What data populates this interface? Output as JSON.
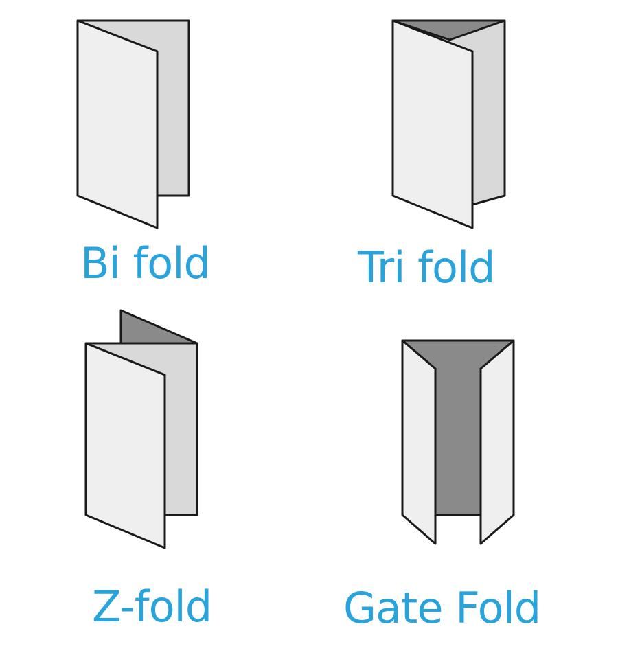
{
  "folds": [
    {
      "label": "Bi fold"
    },
    {
      "label": "Tri fold"
    },
    {
      "label": "Z-fold"
    },
    {
      "label": "Gate Fold"
    }
  ],
  "colors": {
    "label_text": "#29a3dc",
    "panel_light": "#efefef",
    "panel_mid": "#d9d9d9",
    "panel_dark": "#8a8a8a",
    "outline": "#1a1a1a",
    "background": "#ffffff"
  }
}
